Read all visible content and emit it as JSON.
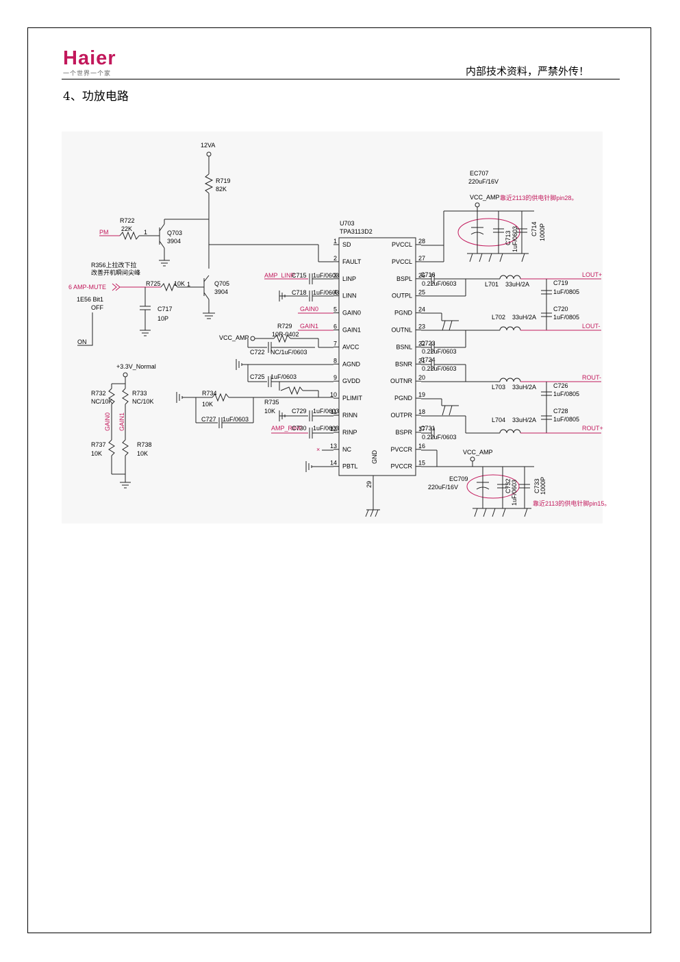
{
  "header": {
    "brand": "Haier",
    "slogan": "一个世界一个家",
    "notice": "内部技术资料，严禁外传！"
  },
  "section_title": "4、功放电路",
  "schematic": {
    "supply_12va": "12VA",
    "r719": "R719",
    "r719_val": "82K",
    "r722": "R722",
    "r722_val": "22K",
    "q703": "Q703",
    "q703_val": "3904",
    "pm": "PM",
    "note_r356_1": "R356上拉改下拉",
    "note_r356_2": "改善开机瞬间尖峰",
    "amp_mute": "6  AMP-MUTE",
    "r725": "R725",
    "r725_val": "10K",
    "q705": "Q705",
    "q705_val": "3904",
    "c717": "C717",
    "c717_val": "10P",
    "bit1": "1E56 Bit1",
    "off": "OFF",
    "on": "ON",
    "rail_33v": "+3.3V_Normal",
    "r732": "R732",
    "r732_val": "NC/10K",
    "r733": "R733",
    "r733_val": "NC/10K",
    "gain0_v": "GAIN0",
    "gain1_v": "GAIN1",
    "r737": "R737",
    "r737_val": "10K",
    "r738": "R738",
    "r738_val": "10K",
    "ic_ref": "U703",
    "ic_part": "TPA3113D2",
    "left_pins": [
      {
        "n": "1",
        "name": "SD"
      },
      {
        "n": "2",
        "name": "FAULT"
      },
      {
        "n": "3",
        "name": "LINP"
      },
      {
        "n": "4",
        "name": "LINN"
      },
      {
        "n": "5",
        "name": "GAIN0"
      },
      {
        "n": "6",
        "name": "GAIN1"
      },
      {
        "n": "7",
        "name": "AVCC"
      },
      {
        "n": "8",
        "name": "AGND"
      },
      {
        "n": "9",
        "name": "GVDD"
      },
      {
        "n": "10",
        "name": "PLIMIT"
      },
      {
        "n": "11",
        "name": "RINN"
      },
      {
        "n": "12",
        "name": "RINP"
      },
      {
        "n": "13",
        "name": "NC"
      },
      {
        "n": "14",
        "name": "PBTL"
      }
    ],
    "right_pins": [
      {
        "n": "28",
        "name": "PVCCL"
      },
      {
        "n": "27",
        "name": "PVCCL"
      },
      {
        "n": "26",
        "name": "BSPL"
      },
      {
        "n": "25",
        "name": "OUTPL"
      },
      {
        "n": "24",
        "name": "PGND"
      },
      {
        "n": "23",
        "name": "OUTNL"
      },
      {
        "n": "22",
        "name": "BSNL"
      },
      {
        "n": "21",
        "name": "BSNR"
      },
      {
        "n": "20",
        "name": "OUTNR"
      },
      {
        "n": "19",
        "name": "PGND"
      },
      {
        "n": "18",
        "name": "OUTPR"
      },
      {
        "n": "17",
        "name": "BSPR"
      },
      {
        "n": "16",
        "name": "PVCCR"
      },
      {
        "n": "15",
        "name": "PVCCR"
      }
    ],
    "gnd_pin": "GND",
    "gnd_num": "29",
    "amp_linp": "AMP_LINP",
    "c715": "C715",
    "c715_val": "1uF/0603",
    "c718": "C718",
    "c718_val": "1uF/0603",
    "gain0_net": "GAIN0",
    "gain1_net": "GAIN1",
    "r729": "R729",
    "r729_val": "10R-0402",
    "vcc_amp": "VCC_AMP",
    "c722": "C722",
    "c722_val": "NC/1uF/0603",
    "c725": "C725",
    "c725_val": "1uF/0603",
    "r734": "R734",
    "r734_val": "10K",
    "r735": "R735",
    "r735_val": "10K",
    "c727": "C727",
    "c727_val": "1uF/0603",
    "amp_rinp": "AMP_RINP",
    "c729": "C729",
    "c729_val": "1uF/0603",
    "c730": "C730",
    "c730_val": "1uF/0603",
    "ec707": "EC707",
    "ec707_val": "220uF/16V",
    "vcc_amp_top": "VCC_AMP",
    "note_pin28": "靠近2113的供电针脚pin28。",
    "c713": "C713",
    "c713_val": "1uF/0603",
    "c714": "C714",
    "c714_val": "1000P",
    "c716": "C716",
    "c716_val": "0.22uF/0603",
    "l701": "L701",
    "l701_val": "33uH/2A",
    "c719": "C719",
    "c719_val": "1uF/0805",
    "lout_p": "LOUT+",
    "c720": "C720",
    "c720_val": "1uF/0805",
    "l702": "L702",
    "l702_val": "33uH/2A",
    "lout_n": "LOUT-",
    "c723": "C723",
    "c723_val": "0.22uF/0603",
    "c724": "C724",
    "c724_val": "0.22uF/0603",
    "rout_n": "ROUT-",
    "l703": "L703",
    "l703_val": "33uH/2A",
    "c726": "C726",
    "c726_val": "1uF/0805",
    "c728": "C728",
    "c728_val": "1uF/0805",
    "l704": "L704",
    "l704_val": "33uH/2A",
    "rout_p": "ROUT+",
    "c731": "C731",
    "c731_val": "0.22uF/0603",
    "vcc_amp_bot": "VCC_AMP",
    "ec709": "EC709",
    "ec709_val": "220uF/16V",
    "c732": "C732",
    "c732_val": "1uF/0603",
    "c733": "C733",
    "c733_val": "1000P",
    "note_pin15": "靠近2113的供电针脚pin15。"
  }
}
